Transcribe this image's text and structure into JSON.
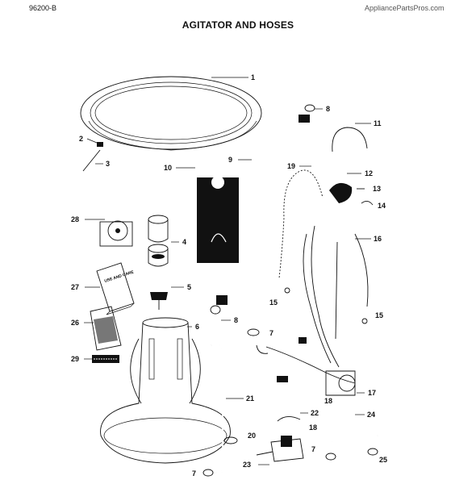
{
  "header": {
    "code": "96200-B",
    "site": "AppliancePartsPros.com",
    "title": "AGITATOR AND HOSES"
  },
  "callouts": {
    "c1": "1",
    "c2": "2",
    "c3": "3",
    "c4": "4",
    "c5": "5",
    "c6": "6",
    "c7a": "7",
    "c7b": "7",
    "c7c": "7",
    "c8a": "8",
    "c8b": "8",
    "c9": "9",
    "c10": "10",
    "c11": "11",
    "c12": "12",
    "c13": "13",
    "c14": "14",
    "c15a": "15",
    "c15b": "15",
    "c16": "16",
    "c17": "17",
    "c18a": "18",
    "c18b": "18",
    "c19": "19",
    "c20": "20",
    "c21": "21",
    "c22": "22",
    "c23": "23",
    "c24": "24",
    "c25": "25",
    "c26": "26",
    "c27": "27",
    "c28": "28",
    "c29": "29"
  },
  "manual_cover": "USE AND CARE"
}
